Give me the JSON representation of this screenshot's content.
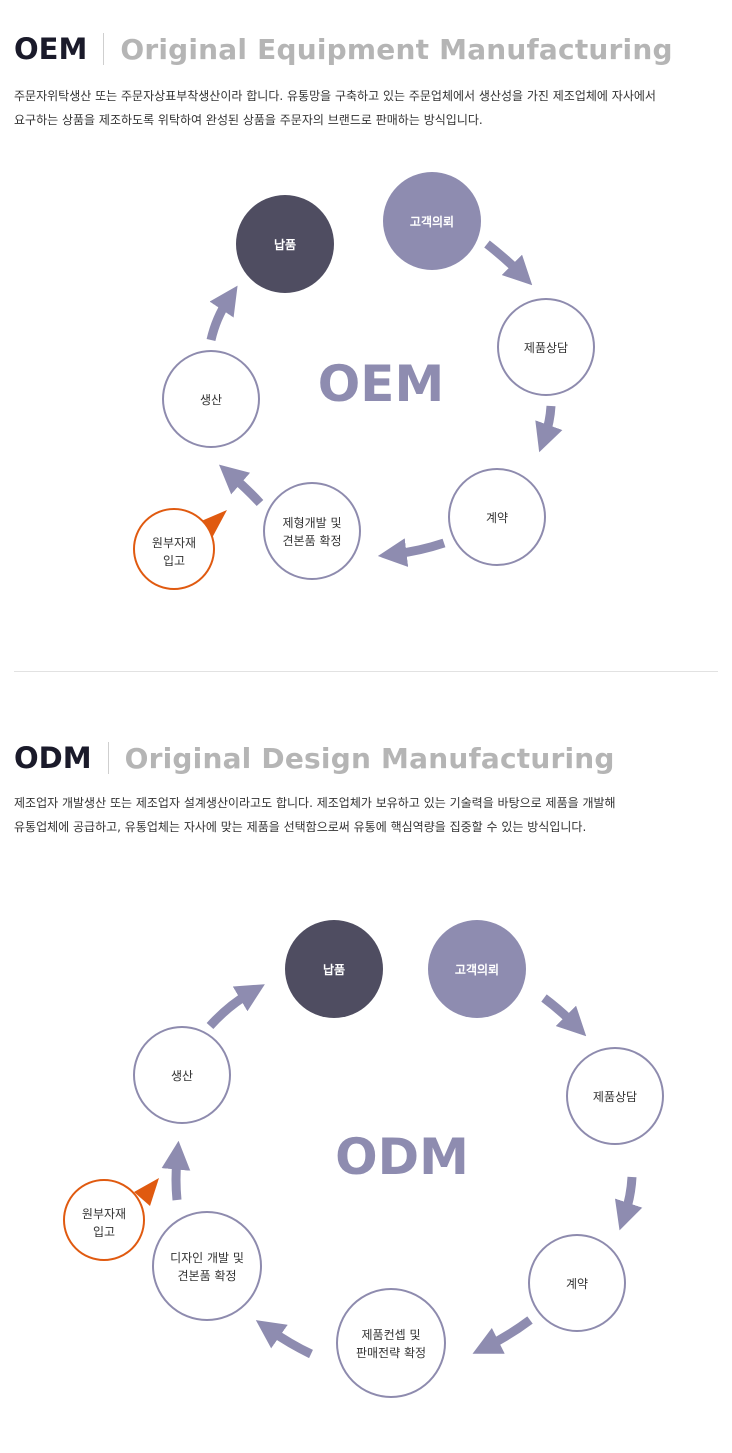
{
  "colors": {
    "dark_node": "#4f4d61",
    "light_node": "#8e8cb0",
    "outline": "#8e8bae",
    "arrow": "#8e8cb0",
    "orange": "#e05a10",
    "center_text": "#8e8cb0"
  },
  "oem": {
    "abbr": "OEM",
    "full": "Original Equipment Manufacturing",
    "desc_line1": "주문자위탁생산 또는 주문자상표부착생산이라 합니다. 유통망을 구축하고 있는 주문업체에서 생산성을 가진 제조업체에 자사에서",
    "desc_line2": "요구하는 상품을 제조하도록 위탁하여 완성된 상품을 주문자의 브랜드로 판매하는 방식입니다.",
    "center": "OEM",
    "nodes": {
      "request": "고객의뢰",
      "consult": "제품상담",
      "contract": "계약",
      "mold_l1": "제형개발 및",
      "mold_l2": "견본품 확정",
      "production": "생산",
      "delivery": "납품",
      "material_l1": "원부자재",
      "material_l2": "입고"
    }
  },
  "odm": {
    "abbr": "ODM",
    "full": "Original Design Manufacturing",
    "desc_line1": "제조업자 개발생산 또는 제조업자 설계생산이라고도 합니다. 제조업체가 보유하고 있는 기술력을 바탕으로 제품을 개발해",
    "desc_line2": "유통업체에 공급하고, 유통업체는 자사에 맞는 제품을 선택함으로써 유통에 핵심역량을 집중할 수 있는 방식입니다.",
    "center": "ODM",
    "nodes": {
      "request": "고객의뢰",
      "consult": "제품상담",
      "contract": "계약",
      "concept_l1": "제품컨셉 및",
      "concept_l2": "판매전략 확정",
      "design_l1": "디자인 개발 및",
      "design_l2": "견본품 확정",
      "production": "생산",
      "delivery": "납품",
      "material_l1": "원부자재",
      "material_l2": "입고"
    }
  }
}
